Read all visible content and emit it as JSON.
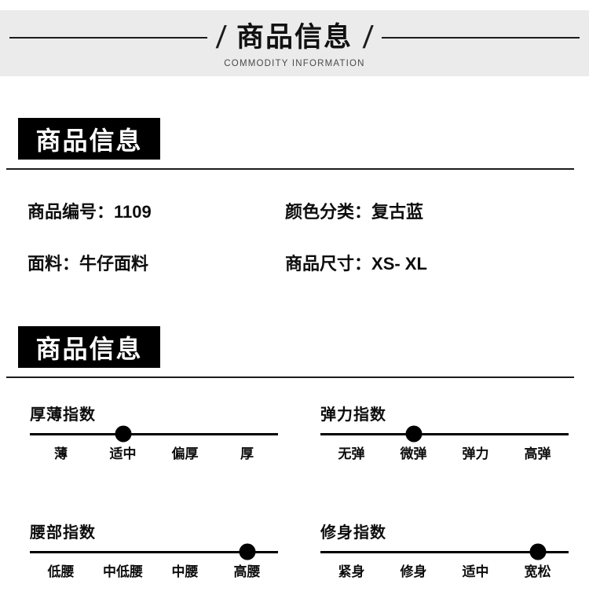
{
  "header": {
    "slash": "/",
    "title": "商品信息",
    "subtitle": "COMMODITY INFORMATION"
  },
  "section1": {
    "badge": "商品信息",
    "fields": [
      {
        "label": "商品编号：",
        "value": "1109"
      },
      {
        "label": "颜色分类：",
        "value": "复古蓝"
      },
      {
        "label": "面料：",
        "value": "牛仔面料"
      },
      {
        "label": "商品尺寸：",
        "value": "XS- XL"
      }
    ]
  },
  "section2": {
    "badge": "商品信息",
    "indices": [
      {
        "title": "厚薄指数",
        "options": [
          "薄",
          "适中",
          "偏厚",
          "厚"
        ],
        "selected_index": 1,
        "selected": "适中"
      },
      {
        "title": "弹力指数",
        "options": [
          "无弹",
          "微弹",
          "弹力",
          "高弹"
        ],
        "selected_index": 1,
        "selected": "微弹"
      },
      {
        "title": "腰部指数",
        "options": [
          "低腰",
          "中低腰",
          "中腰",
          "高腰"
        ],
        "selected_index": 3,
        "selected": "高腰"
      },
      {
        "title": "修身指数",
        "options": [
          "紧身",
          "修身",
          "适中",
          "宽松"
        ],
        "selected_index": 3,
        "selected": "宽松"
      }
    ]
  },
  "colors": {
    "accent": "#000000",
    "header_band": "#ebebeb",
    "subtitle_text": "#4a4a4a",
    "badge_text": "#ffffff"
  }
}
